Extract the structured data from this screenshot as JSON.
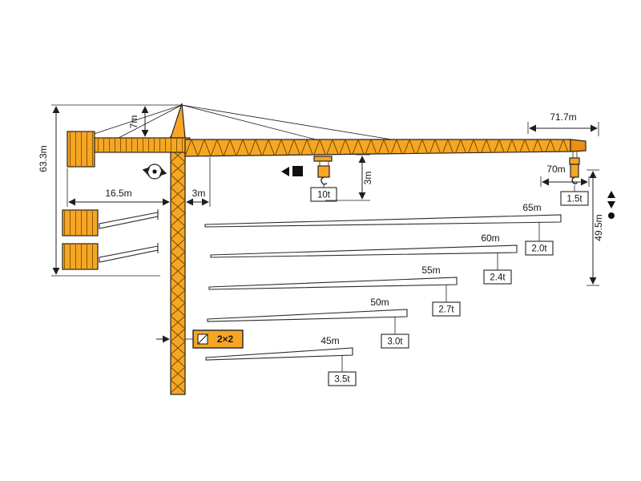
{
  "colors": {
    "crane_yellow": "#F6A623",
    "crane_tip_orange": "#EE8E12",
    "outline": "#232323",
    "background": "#ffffff"
  },
  "labels": {
    "jib_total": "71.7m",
    "apex_height": "7m",
    "overall_height": "63.3m",
    "counter_radius": "16.5m",
    "front_offset": "3m",
    "trolley_drop": "3m",
    "max_capacity": "10t",
    "max_radius": "70m",
    "tip_capacity": "1.5t",
    "hook_height": "49.5m",
    "reeving": "2×2"
  },
  "load_chart": {
    "type": "table",
    "description": "jib length vs tip capacity",
    "rows": [
      {
        "jib": "65m",
        "cap": "2.0t"
      },
      {
        "jib": "60m",
        "cap": "2.4t"
      },
      {
        "jib": "55m",
        "cap": "2.7t"
      },
      {
        "jib": "50m",
        "cap": "3.0t"
      },
      {
        "jib": "45m",
        "cap": "3.5t"
      }
    ]
  },
  "symbols": {
    "slewing": "slewing-rotation",
    "trolley": "trolley-travel",
    "hoist": "hoist-up-down"
  }
}
